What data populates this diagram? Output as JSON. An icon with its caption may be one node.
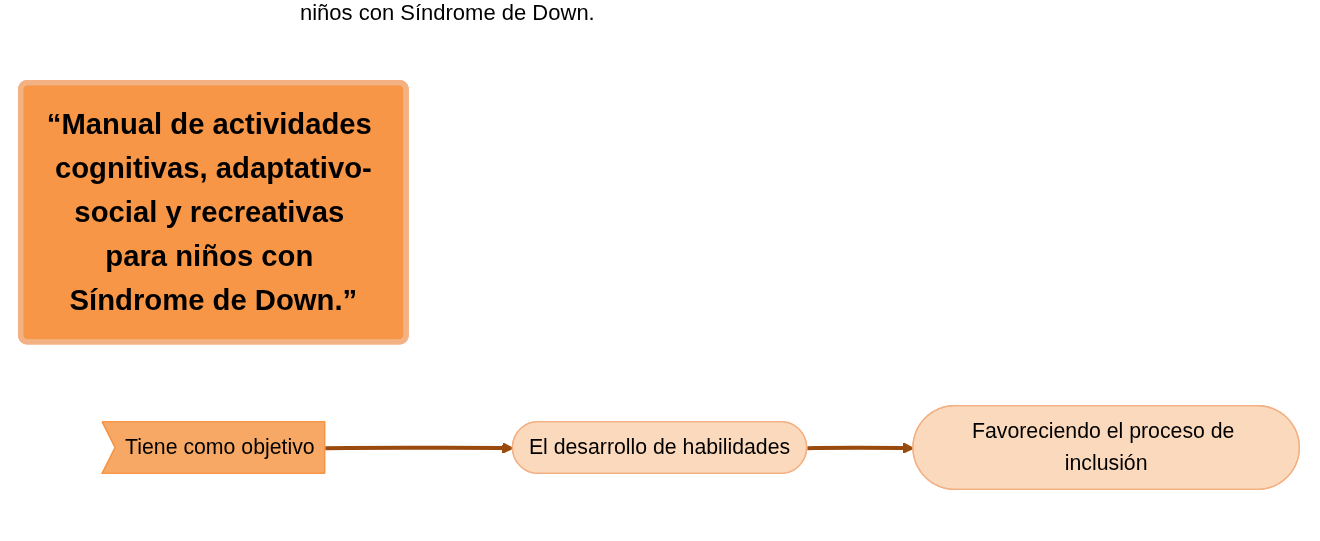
{
  "diagram": {
    "nodes": [
      {
        "text": [
          "“Manual de actividades cognitivas, adaptativo-social y recreativas para niños con Síndrome de Down.”"
        ]
      },
      {
        "text": [
          "Tiene como objetivo"
        ]
      },
      {
        "text": [
          "El desarrollo de habilidades"
        ]
      },
      {
        "text": [
          "Favoreciendo el proceso de inclusión"
        ]
      }
    ],
    "edges": [
      {
        "from": 1,
        "to": 2,
        "arrow": "to",
        "color": "#9a4a0c"
      },
      {
        "from": 2,
        "to": 3,
        "arrow": "to",
        "color": "#9a4a0c"
      }
    ],
    "labels": [
      "niños con Síndrome de Down."
    ]
  }
}
